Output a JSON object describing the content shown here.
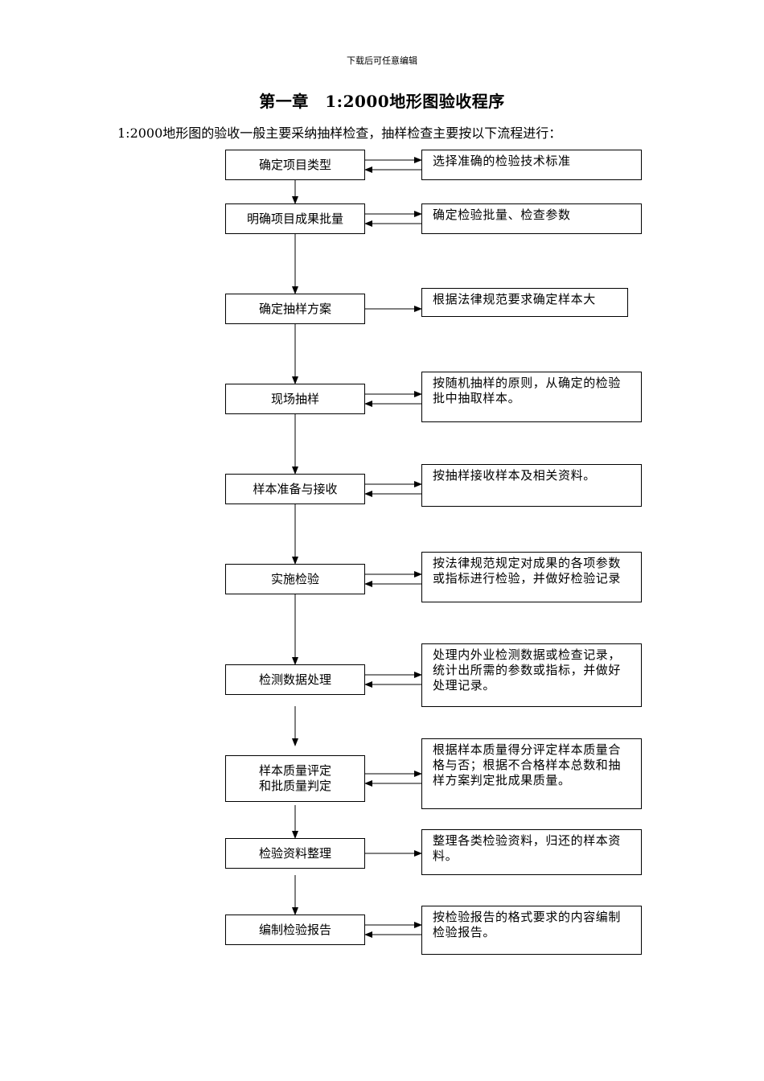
{
  "header_note": "下载后可任意编辑",
  "title": "第一章　1:2000地形图验收程序",
  "intro": "1:2000地形图的验收一般主要采纳抽样检查，抽样检查主要按以下流程进行：",
  "flow": {
    "steps": [
      {
        "label": "确定项目类型",
        "desc": "选择准确的检验技术标准",
        "arrows": "both"
      },
      {
        "label": "明确项目成果批量",
        "desc": "确定检验批量、检查参数",
        "arrows": "both"
      },
      {
        "label": "确定抽样方案",
        "desc": "根据法律规范要求确定样本大",
        "arrows": "right"
      },
      {
        "label": "现场抽样",
        "desc": "按随机抽样的原则，从确定的检验批中抽取样本。",
        "arrows": "both"
      },
      {
        "label": "样本准备与接收",
        "desc": "按抽样接收样本及相关资料。",
        "arrows": "both"
      },
      {
        "label": "实施检验",
        "desc": "按法律规范规定对成果的各项参数或指标进行检验，并做好检验记录",
        "arrows": "both"
      },
      {
        "label": "检测数据处理",
        "desc": "处理内外业检测数据或检查记录，统计出所需的参数或指标，并做好处理记录。",
        "arrows": "both"
      },
      {
        "label": "样本质量评定\n和批质量判定",
        "desc": "根据样本质量得分评定样本质量合格与否；根据不合格样本总数和抽样方案判定批成果质量。",
        "arrows": "both"
      },
      {
        "label": "检验资料整理",
        "desc": "整理各类检验资料，归还的样本资料。",
        "arrows": "right"
      },
      {
        "label": "编制检验报告",
        "desc": "按检验报告的格式要求的内容编制检验报告。",
        "arrows": "both"
      }
    ]
  }
}
